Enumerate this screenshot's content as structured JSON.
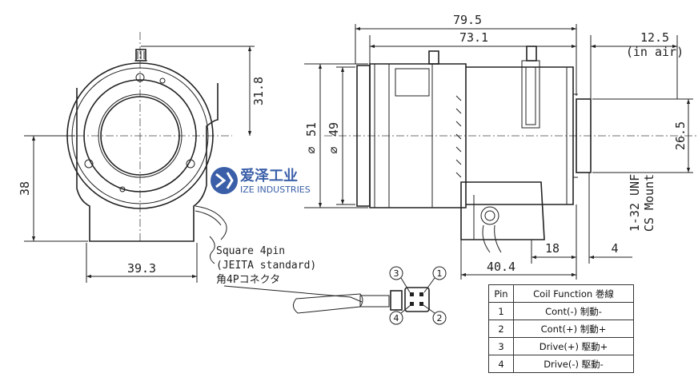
{
  "dimensions": {
    "front_width": "39.3",
    "front_height": "38",
    "front_top": "31.8",
    "overall_length": "79.5",
    "body_length": "73.1",
    "back_focus": "12.5",
    "back_focus_note": "(in air)",
    "mount_dia": "26.5",
    "dia_51": "51",
    "dia_49": "49",
    "dia_symbol": "∅",
    "mount_thread": "1-32 UNF",
    "mount_name": "CS Mount",
    "length_18": "18",
    "length_4": "4",
    "length_40_4": "40.4"
  },
  "connector": {
    "line1": "Square 4pin",
    "line2": "(JEITA standard)",
    "line3": "角4Pコネクタ",
    "pins": [
      "1",
      "2",
      "3",
      "4"
    ]
  },
  "watermark": {
    "cn": "爱泽工业",
    "en": "IZE INDUSTRIES"
  },
  "pin_table": {
    "headers": [
      "Pin",
      "Coil Function 巻線"
    ],
    "rows": [
      [
        "1",
        "Cont(-) 制動-"
      ],
      [
        "2",
        "Cont(+) 制動+"
      ],
      [
        "3",
        "Drive(+) 駆動+"
      ],
      [
        "4",
        "Drive(-) 駆動-"
      ]
    ]
  }
}
